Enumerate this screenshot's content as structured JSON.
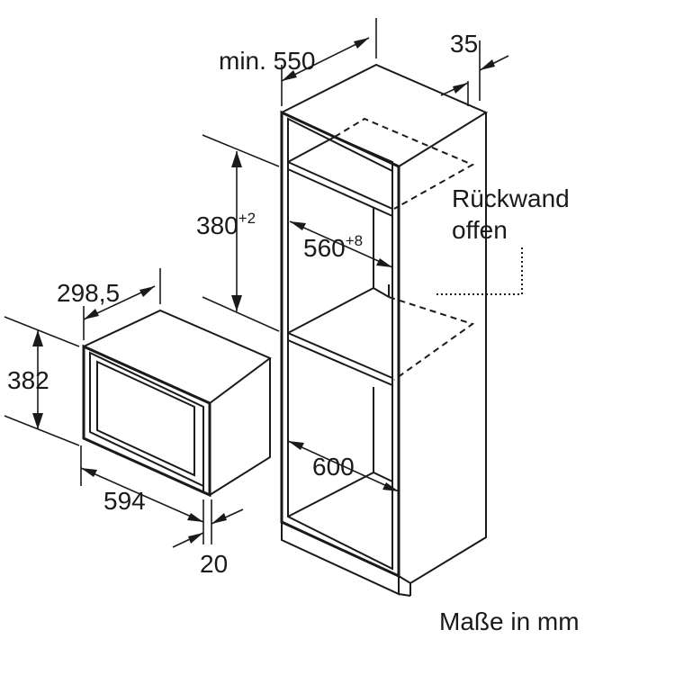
{
  "dimensions": {
    "cabinet_depth": "min. 550",
    "cabinet_offset": "35",
    "niche_height_value": "380",
    "niche_height_tol": "+2",
    "niche_width_value": "560",
    "niche_width_tol": "+8",
    "cabinet_width": "600",
    "appliance_depth": "298,5",
    "appliance_height": "382",
    "appliance_width": "594",
    "front_panel": "20"
  },
  "notes": {
    "back_wall_line1": "Rückwand",
    "back_wall_line2": "offen",
    "units": "Maße in mm"
  }
}
